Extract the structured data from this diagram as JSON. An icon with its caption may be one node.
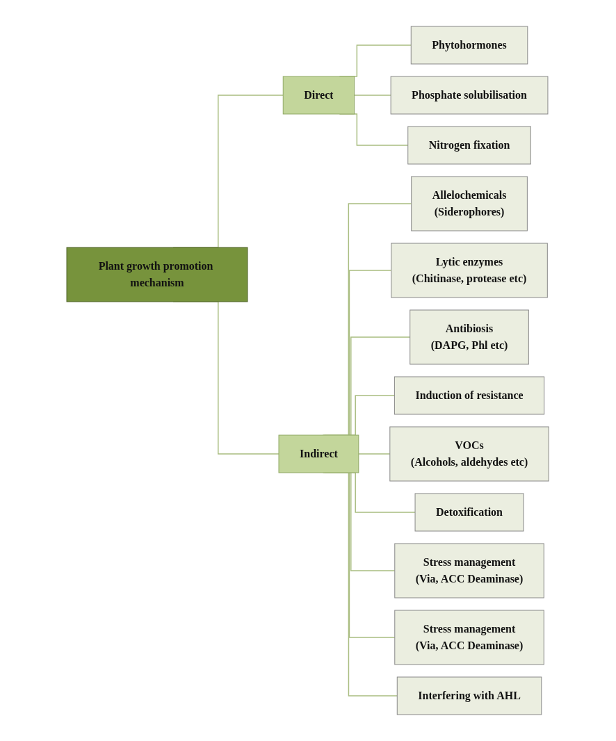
{
  "diagram": {
    "nodes": [
      {
        "text": [
          "Plant growth promotion mechanism"
        ]
      },
      {
        "text": [
          "Direct"
        ]
      },
      {
        "text": [
          "Indirect"
        ]
      },
      {
        "text": [
          "Phytohormones"
        ]
      },
      {
        "text": [
          "Phosphate solubilisation"
        ]
      },
      {
        "text": [
          "Nitrogen fixation"
        ]
      },
      {
        "text": [
          "Allelochemicals",
          "(Siderophores)"
        ]
      },
      {
        "text": [
          "Lytic enzymes",
          "(Chitinase, protease etc)"
        ]
      },
      {
        "text": [
          "Antibiosis",
          "(DAPG, Phl etc)"
        ]
      },
      {
        "text": [
          "Induction of resistance"
        ]
      },
      {
        "text": [
          "VOCs",
          "(Alcohols, aldehydes etc)"
        ]
      },
      {
        "text": [
          "Detoxification"
        ]
      },
      {
        "text": [
          "Stress management",
          "(Via, ACC Deaminase)"
        ]
      },
      {
        "text": [
          "Stress management",
          "(Via, ACC Deaminase)"
        ]
      },
      {
        "text": [
          "Interfering with AHL"
        ]
      }
    ],
    "edges": [
      {
        "from": 0,
        "to": 1,
        "arrow": "none"
      },
      {
        "from": 0,
        "to": 2,
        "arrow": "none"
      },
      {
        "from": 1,
        "to": 3,
        "arrow": "none"
      },
      {
        "from": 1,
        "to": 4,
        "arrow": "none"
      },
      {
        "from": 1,
        "to": 5,
        "arrow": "none"
      },
      {
        "from": 2,
        "to": 6,
        "arrow": "none"
      },
      {
        "from": 2,
        "to": 7,
        "arrow": "none"
      },
      {
        "from": 2,
        "to": 8,
        "arrow": "none"
      },
      {
        "from": 2,
        "to": 9,
        "arrow": "none"
      },
      {
        "from": 2,
        "to": 10,
        "arrow": "none"
      },
      {
        "from": 2,
        "to": 11,
        "arrow": "none"
      },
      {
        "from": 2,
        "to": 12,
        "arrow": "none"
      },
      {
        "from": 2,
        "to": 13,
        "arrow": "none"
      },
      {
        "from": 2,
        "to": 14,
        "arrow": "none"
      }
    ]
  }
}
